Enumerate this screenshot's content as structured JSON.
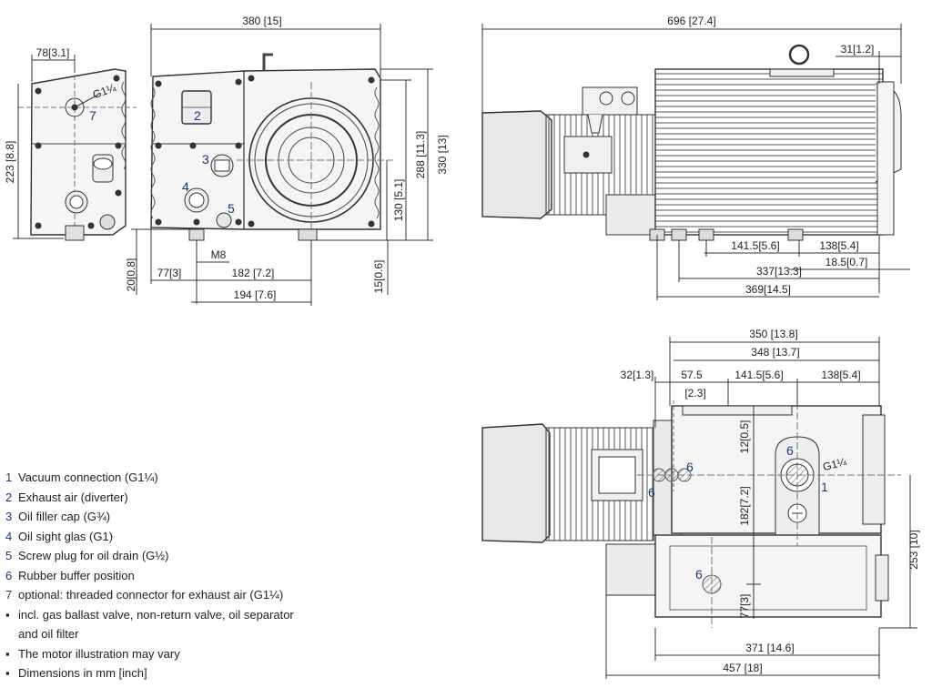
{
  "dimensions_left": {
    "d380": "380 [15]",
    "d78": "78[3.1]",
    "d223": "223 [8.8]",
    "d288": "288 [11.3]",
    "d330": "330 [13]",
    "d130": "130 [5.1]",
    "d20": "20[0.8]",
    "d77": "77[3]",
    "d182": "182 [7.2]",
    "d194": "194 [7.6]",
    "d15": "15[0.6]",
    "m8": "M8",
    "g114": "G1¼"
  },
  "dimensions_side": {
    "d696": "696 [27.4]",
    "d31": "31[1.2]",
    "d1415": "141.5[5.6]",
    "d138": "138[5.4]",
    "d185": "18.5[0.7]",
    "d337": "337[13.3]",
    "d369": "369[14.5]"
  },
  "dimensions_top": {
    "d350": "350 [13.8]",
    "d348": "348 [13.7]",
    "d32": "32[1.3]",
    "d575": "57.5",
    "d23": "[2.3]",
    "d1415": "141.5[5.6]",
    "d138": "138[5.4]",
    "d12": "12[0.5]",
    "d182": "182[7.2]",
    "d77": "77[3]",
    "d253": "253 [10]",
    "d371": "371 [14.6]",
    "d457": "457 [18]",
    "g114": "G1¼"
  },
  "callouts": {
    "c1": "1",
    "c2": "2",
    "c3": "3",
    "c4": "4",
    "c5": "5",
    "c6": "6",
    "c7": "7"
  },
  "legend": [
    {
      "num": "1",
      "text": "Vacuum connection (G1¼)"
    },
    {
      "num": "2",
      "text": "Exhaust air (diverter)"
    },
    {
      "num": "3",
      "text": "Oil filler cap (G¾)"
    },
    {
      "num": "4",
      "text": "Oil sight glas (G1)"
    },
    {
      "num": "5",
      "text": "Screw plug for oil drain (G½)"
    },
    {
      "num": "6",
      "text": "Rubber buffer position"
    },
    {
      "num": "7",
      "text": "optional: threaded connector for exhaust air (G1¼)"
    }
  ],
  "notes": [
    {
      "text": "incl. gas ballast valve, non-return valve, oil separator",
      "cont": "and oil filter"
    },
    {
      "text": "The motor illustration may vary"
    },
    {
      "text": "Dimensions in mm [inch]"
    }
  ],
  "colors": {
    "line": "#3a3a3a",
    "body_fill": "#f4f4f4",
    "motor_fill": "#e8e8e8",
    "callout": "#1a3a78",
    "hatch": "#9a9a9a"
  }
}
